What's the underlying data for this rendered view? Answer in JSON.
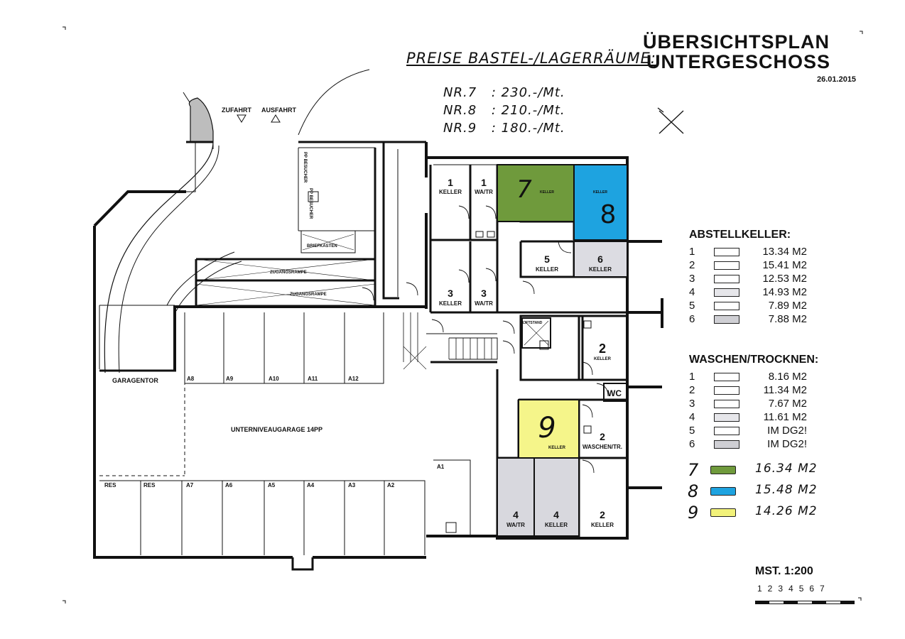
{
  "header": {
    "title_line1": "ÜBERSICHTSPLAN",
    "title_line2": "UNTERGESCHOSS",
    "date": "26.01.2015"
  },
  "prices": {
    "title": "PREISE BASTEL-/LAGERRÄUME:",
    "rows": [
      {
        "label": "NR.7",
        "price": ": 230.-/Mt."
      },
      {
        "label": "NR.8",
        "price": ": 210.-/Mt."
      },
      {
        "label": "NR.9",
        "price": ": 180.-/Mt."
      }
    ]
  },
  "legend": {
    "abstellkeller_title": "ABSTELLKELLER:",
    "abstellkeller": [
      {
        "num": "1",
        "value": "13.34 M2",
        "color": "#ffffff"
      },
      {
        "num": "2",
        "value": "15.41 M2",
        "color": "#ffffff"
      },
      {
        "num": "3",
        "value": "12.53 M2",
        "color": "#ffffff"
      },
      {
        "num": "4",
        "value": "14.93 M2",
        "color": "#e6e6ea"
      },
      {
        "num": "5",
        "value": "7.89 M2",
        "color": "#ffffff"
      },
      {
        "num": "6",
        "value": "7.88 M2",
        "color": "#cfcfd4"
      }
    ],
    "waschen_title": "WASCHEN/TROCKNEN:",
    "waschen": [
      {
        "num": "1",
        "value": "8.16 M2",
        "color": "#ffffff"
      },
      {
        "num": "2",
        "value": "11.34 M2",
        "color": "#ffffff"
      },
      {
        "num": "3",
        "value": "7.67 M2",
        "color": "#ffffff"
      },
      {
        "num": "4",
        "value": "11.61 M2",
        "color": "#e6e6ea"
      },
      {
        "num": "5",
        "value": "IM DG2!",
        "color": "#ffffff"
      },
      {
        "num": "6",
        "value": "IM DG2!",
        "color": "#cfcfd4"
      }
    ],
    "special": [
      {
        "num": "7",
        "value": "16.34 M2",
        "color": "#6f9a3c"
      },
      {
        "num": "8",
        "value": "15.48 M2",
        "color": "#1ea3e0"
      },
      {
        "num": "9",
        "value": "14.26 M2",
        "color": "#f2f27a"
      }
    ]
  },
  "scale": {
    "label": "MST. 1:200",
    "ticks": "1234567"
  },
  "plan": {
    "zufahrt": "ZUFAHRT",
    "ausfahrt": "AUSFAHRT",
    "garagentor": "GARAGENTOR",
    "garage": "UNTERNIVEAUGARAGE 14PP",
    "zugangsrampe": "ZUGANGSRAMPE",
    "briefkasten": "BRIEFKÄSTEN",
    "pp_besucher": "PP BESUCHER",
    "lift": "LIFTSTAND",
    "wc": "WC",
    "stalls_top": [
      "A8",
      "A9",
      "A10",
      "A11",
      "A12"
    ],
    "stalls_bottom": [
      "RES",
      "RES",
      "A7",
      "A6",
      "A5",
      "A4",
      "A3",
      "A2"
    ],
    "stall_a1": "A1",
    "rooms": {
      "r1_keller_num": "1",
      "r1_keller": "KELLER",
      "r1_watr_num": "1",
      "r1_watr": "WA/TR",
      "r7_num": "7",
      "r7_lbl": "KELLER",
      "r8_num": "8",
      "r8_lbl": "KELLER",
      "r5_num": "5",
      "r5_lbl": "KELLER",
      "r6_num": "6",
      "r6_lbl": "KELLER",
      "r3_keller_num": "3",
      "r3_keller": "KELLER",
      "r3_watr_num": "3",
      "r3_watr": "WA/TR",
      "r2_keller_num": "2",
      "r2_keller": "KELLER",
      "r9_num": "9",
      "r9_lbl": "KELLER",
      "r2_wasch_num": "2",
      "r2_wasch": "WASCHEN/TR.",
      "r4_watr_num": "4",
      "r4_watr": "WA/TR",
      "r4_keller_num": "4",
      "r4_keller": "KELLER",
      "r2b_num": "2",
      "r2b_lbl": "KELLER"
    }
  }
}
